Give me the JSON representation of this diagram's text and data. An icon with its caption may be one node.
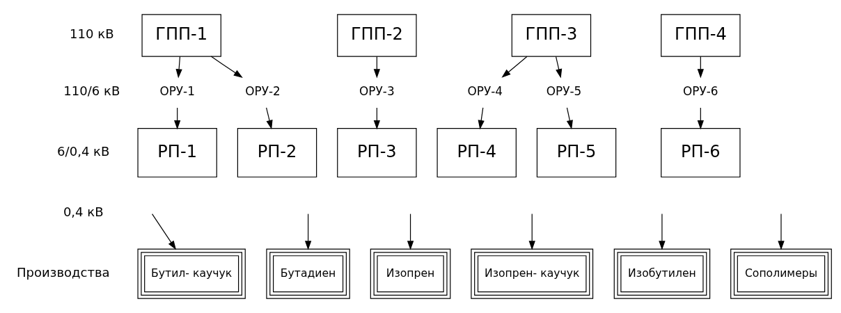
{
  "diagram": {
    "nodes": [
      {
        "text": [
          "ГПП-1"
        ]
      },
      {
        "text": [
          "ГПП-2"
        ]
      },
      {
        "text": [
          "ГПП-3"
        ]
      },
      {
        "text": [
          "ГПП-4"
        ]
      },
      {
        "text": [
          "ОРУ-1"
        ]
      },
      {
        "text": [
          "ОРУ-2"
        ]
      },
      {
        "text": [
          "ОРУ-3"
        ]
      },
      {
        "text": [
          "ОРУ-4"
        ]
      },
      {
        "text": [
          "ОРУ-5"
        ]
      },
      {
        "text": [
          "ОРУ-6"
        ]
      },
      {
        "text": [
          "РП-1"
        ]
      },
      {
        "text": [
          "РП-2"
        ]
      },
      {
        "text": [
          "РП-3"
        ]
      },
      {
        "text": [
          "РП-4"
        ]
      },
      {
        "text": [
          "РП-5"
        ]
      },
      {
        "text": [
          "РП-6"
        ]
      },
      {
        "text": [
          "Бутил- каучук"
        ]
      },
      {
        "text": [
          "Бутадиен"
        ]
      },
      {
        "text": [
          "Изопрен"
        ]
      },
      {
        "text": [
          "Изопрен- каучук"
        ]
      },
      {
        "text": [
          "Изобутилен"
        ]
      },
      {
        "text": [
          "Сополимеры"
        ]
      }
    ],
    "edges": [
      {
        "from": 0,
        "to": 4,
        "arrow": "to"
      },
      {
        "from": 0,
        "to": 5,
        "arrow": "to"
      },
      {
        "from": 1,
        "to": 6,
        "arrow": "to"
      },
      {
        "from": 2,
        "to": 7,
        "arrow": "to"
      },
      {
        "from": 2,
        "to": 8,
        "arrow": "to"
      },
      {
        "from": 3,
        "to": 9,
        "arrow": "to"
      },
      {
        "from": 4,
        "to": 10,
        "arrow": "to"
      },
      {
        "from": 5,
        "to": 11,
        "arrow": "to"
      },
      {
        "from": 6,
        "to": 12,
        "arrow": "to"
      },
      {
        "from": 7,
        "to": 13,
        "arrow": "to"
      },
      {
        "from": 8,
        "to": 14,
        "arrow": "to"
      },
      {
        "from": 9,
        "to": 15,
        "arrow": "to"
      },
      {
        "from": null,
        "to": 16,
        "arrow": "to"
      },
      {
        "from": null,
        "to": 17,
        "arrow": "to"
      },
      {
        "from": null,
        "to": 18,
        "arrow": "to"
      },
      {
        "from": null,
        "to": 19,
        "arrow": "to"
      },
      {
        "from": null,
        "to": 20,
        "arrow": "to"
      },
      {
        "from": null,
        "to": 21,
        "arrow": "to"
      }
    ],
    "labels": [
      "110 кВ",
      "110/6 кВ",
      "6/0,4 кВ",
      "0,4 кВ",
      "Производства"
    ]
  }
}
